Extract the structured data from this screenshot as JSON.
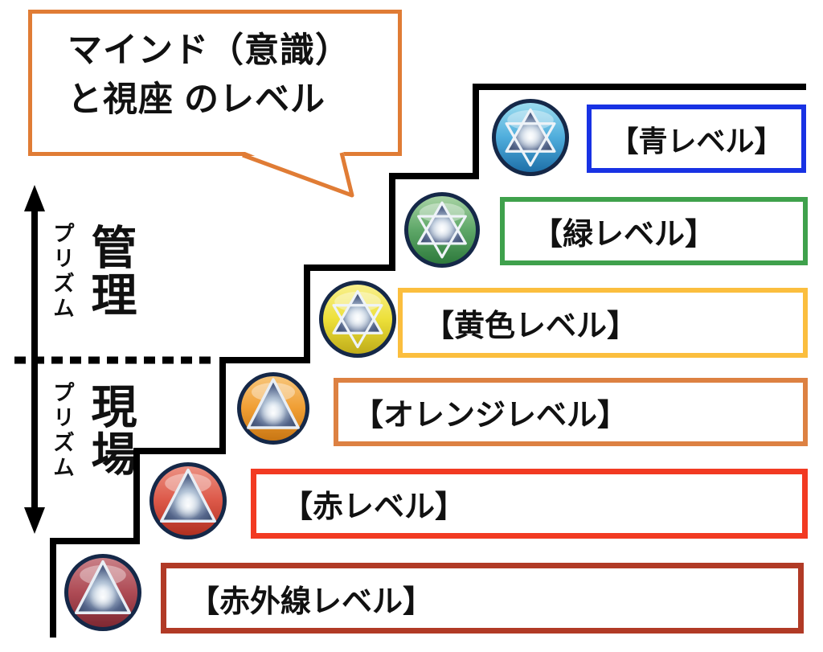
{
  "title_bubble": {
    "line1": "マインド（意識）",
    "line2": "と視座 のレベル",
    "border_color": "#E07C35"
  },
  "axis": {
    "upper_small": "プリズム",
    "upper_large": "管理",
    "lower_small": "プリズム",
    "lower_large": "現場",
    "arrow_color": "#000000"
  },
  "staircase": {
    "color": "#000000"
  },
  "levels": [
    {
      "id": "blue",
      "label": "【青レベル】",
      "box_border_color": "#1832E4",
      "symbol": "hexagram",
      "orb": {
        "light": "#9BDCEF",
        "main": "#4FADDC",
        "dark": "#1E6FA8",
        "rim": "#152848"
      }
    },
    {
      "id": "green",
      "label": "【緑レベル】",
      "box_border_color": "#3FA14C",
      "symbol": "hexagram",
      "orb": {
        "light": "#A8D3A4",
        "main": "#5EA768",
        "dark": "#2E7A3C",
        "rim": "#152848"
      }
    },
    {
      "id": "yellow",
      "label": "【黄色レベル】",
      "box_border_color": "#FBBE3E",
      "symbol": "hexagram",
      "orb": {
        "light": "#F8F08E",
        "main": "#EDE039",
        "dark": "#BFAC1A",
        "rim": "#152848"
      }
    },
    {
      "id": "orange",
      "label": "【オレンジレベル】",
      "box_border_color": "#DD8142",
      "symbol": "triangle",
      "orb": {
        "light": "#F7C579",
        "main": "#F09E33",
        "dark": "#C97714",
        "rim": "#152848"
      }
    },
    {
      "id": "red",
      "label": "【赤レベル】",
      "box_border_color": "#F23A22",
      "symbol": "triangle",
      "orb": {
        "light": "#EC9183",
        "main": "#DC5848",
        "dark": "#B03021",
        "rim": "#152848"
      }
    },
    {
      "id": "infrared",
      "label": "【赤外線レベル】",
      "box_border_color": "#B13A26",
      "symbol": "triangle",
      "orb": {
        "light": "#C98087",
        "main": "#AE4B55",
        "dark": "#7E2832",
        "rim": "#152848"
      }
    }
  ]
}
